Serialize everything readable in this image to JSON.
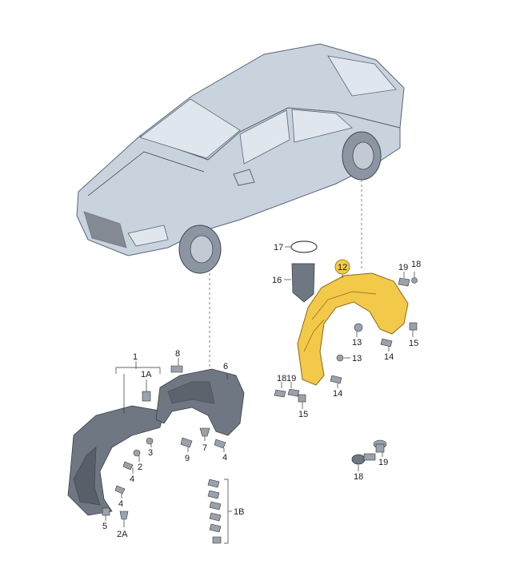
{
  "callouts": {
    "c1": "1",
    "c1A": "1A",
    "c1B": "1B",
    "c2": "2",
    "c2A": "2A",
    "c3": "3",
    "c4a": "4",
    "c4b": "4",
    "c5": "5",
    "c6": "6",
    "c7": "7",
    "c8": "8",
    "c9": "9",
    "c12": "12",
    "c13a": "13",
    "c13b": "13",
    "c14a": "14",
    "c14b": "14",
    "c15a": "15",
    "c15b": "15",
    "c16": "16",
    "c17": "17",
    "c18a": "18",
    "c18b": "18",
    "c18c": "18",
    "c19a": "19",
    "c19b": "19"
  },
  "colors": {
    "highlight": "#f3c94a",
    "car": "#c9d3de",
    "part": "#6f7782"
  }
}
